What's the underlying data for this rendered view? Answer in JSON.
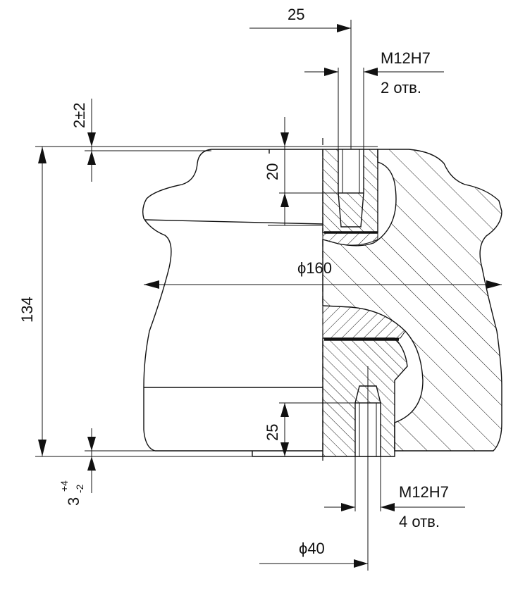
{
  "dimensions": {
    "top_offset": "25",
    "thread_top": "M12H7",
    "holes_top": "2 отв.",
    "tolerance_top": "2±2",
    "depth_top": "20",
    "diameter_main": "ϕ160",
    "height_total": "134",
    "depth_bottom": "25",
    "tolerance_bottom_base": "3",
    "tolerance_bottom_upper": "+4",
    "tolerance_bottom_lower": "-2",
    "thread_bottom": "M12H7",
    "holes_bottom": "4 отв.",
    "diameter_bottom": "ϕ40"
  }
}
